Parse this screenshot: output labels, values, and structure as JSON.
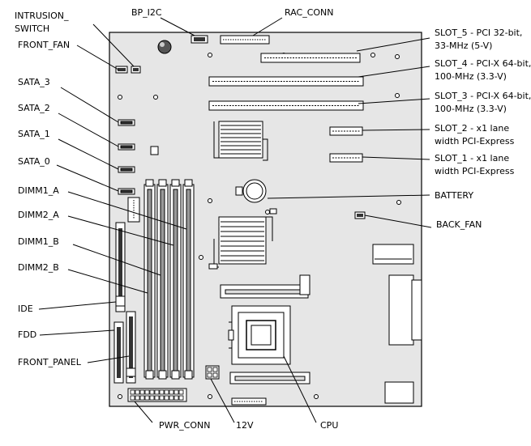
{
  "labels": {
    "intrusion_switch": [
      "INTRUSION_",
      "SWITCH"
    ],
    "front_fan": "FRONT_FAN",
    "sata_3": "SATA_3",
    "sata_2": "SATA_2",
    "sata_1": "SATA_1",
    "sata_0": "SATA_0",
    "dimm1_a": "DIMM1_A",
    "dimm2_a": "DIMM2_A",
    "dimm1_b": "DIMM1_B",
    "dimm2_b": "DIMM2_B",
    "ide": "IDE",
    "fdd": "FDD",
    "front_panel": "FRONT_PANEL",
    "bp_i2c": "BP_I2C",
    "rac_conn": "RAC_CONN",
    "slot_5": [
      "SLOT_5 - PCI 32-bit,",
      "33-MHz (5-V)"
    ],
    "slot_4": [
      "SLOT_4 - PCI-X 64-bit,",
      "100-MHz (3.3-V)"
    ],
    "slot_3": [
      "SLOT_3 - PCI-X 64-bit,",
      "100-MHz (3.3-V)"
    ],
    "slot_2": [
      "SLOT_2 - x1 lane",
      "width PCI-Express"
    ],
    "slot_1": [
      "SLOT_1 - x1 lane",
      "width PCI-Express"
    ],
    "battery": "BATTERY",
    "back_fan": "BACK_FAN",
    "pwr_conn": "PWR_CONN",
    "v12": "12V",
    "cpu": "CPU"
  },
  "colors": {
    "line": "#000000",
    "board": "#e6e6e6",
    "part": "#ffffff"
  }
}
